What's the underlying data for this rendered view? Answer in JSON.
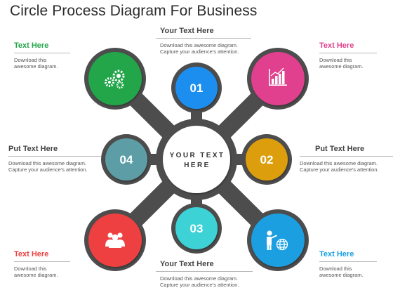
{
  "title": "Circle Process Diagram For Business",
  "center": {
    "line1": "YOUR TEXT",
    "line2": "HERE"
  },
  "steps": [
    {
      "number": "01",
      "color": "#1e8ef0"
    },
    {
      "number": "02",
      "color": "#dc9e0c"
    },
    {
      "number": "03",
      "color": "#3ed2d6"
    },
    {
      "number": "04",
      "color": "#5d9ea6"
    }
  ],
  "icons": [
    {
      "name": "gears",
      "color": "#22a64a"
    },
    {
      "name": "bar-chart",
      "color": "#e0408d"
    },
    {
      "name": "people",
      "color": "#ee4040"
    },
    {
      "name": "presenter-globe",
      "color": "#1a9fe0"
    }
  ],
  "blocks": {
    "top_center": {
      "heading": "Your Text Here",
      "text": "Download this awesome diagram.\nCapture your audience’s attention.",
      "color": "#444444"
    },
    "top_left": {
      "heading": "Text Here",
      "text": "Download this\nawesome diagram.",
      "color": "#22a64a"
    },
    "top_right": {
      "heading": "Text Here",
      "text": "Download this\nawesome diagram.",
      "color": "#e0408d"
    },
    "mid_left": {
      "heading": "Put Text Here",
      "text": "Download this awesome diagram.\nCapture your audience’s attention.",
      "color": "#444444"
    },
    "mid_right": {
      "heading": "Put Text Here",
      "text": "Download this awesome diagram.\nCapture your audience’s attention.",
      "color": "#444444"
    },
    "bottom_left": {
      "heading": "Text Here",
      "text": "Download this\nawesome diagram.",
      "color": "#ee4040"
    },
    "bottom_center": {
      "heading": "Your Text Here",
      "text": "Download this awesome diagram.\nCapture your audience’s attention.",
      "color": "#444444"
    },
    "bottom_right": {
      "heading": "Text Here",
      "text": "Download this\nawesome diagram.",
      "color": "#1a9fe0"
    }
  },
  "palette": {
    "connector": "#4d4d4d",
    "center_fill": "#ffffff",
    "icon_glyph": "#ffffff"
  }
}
